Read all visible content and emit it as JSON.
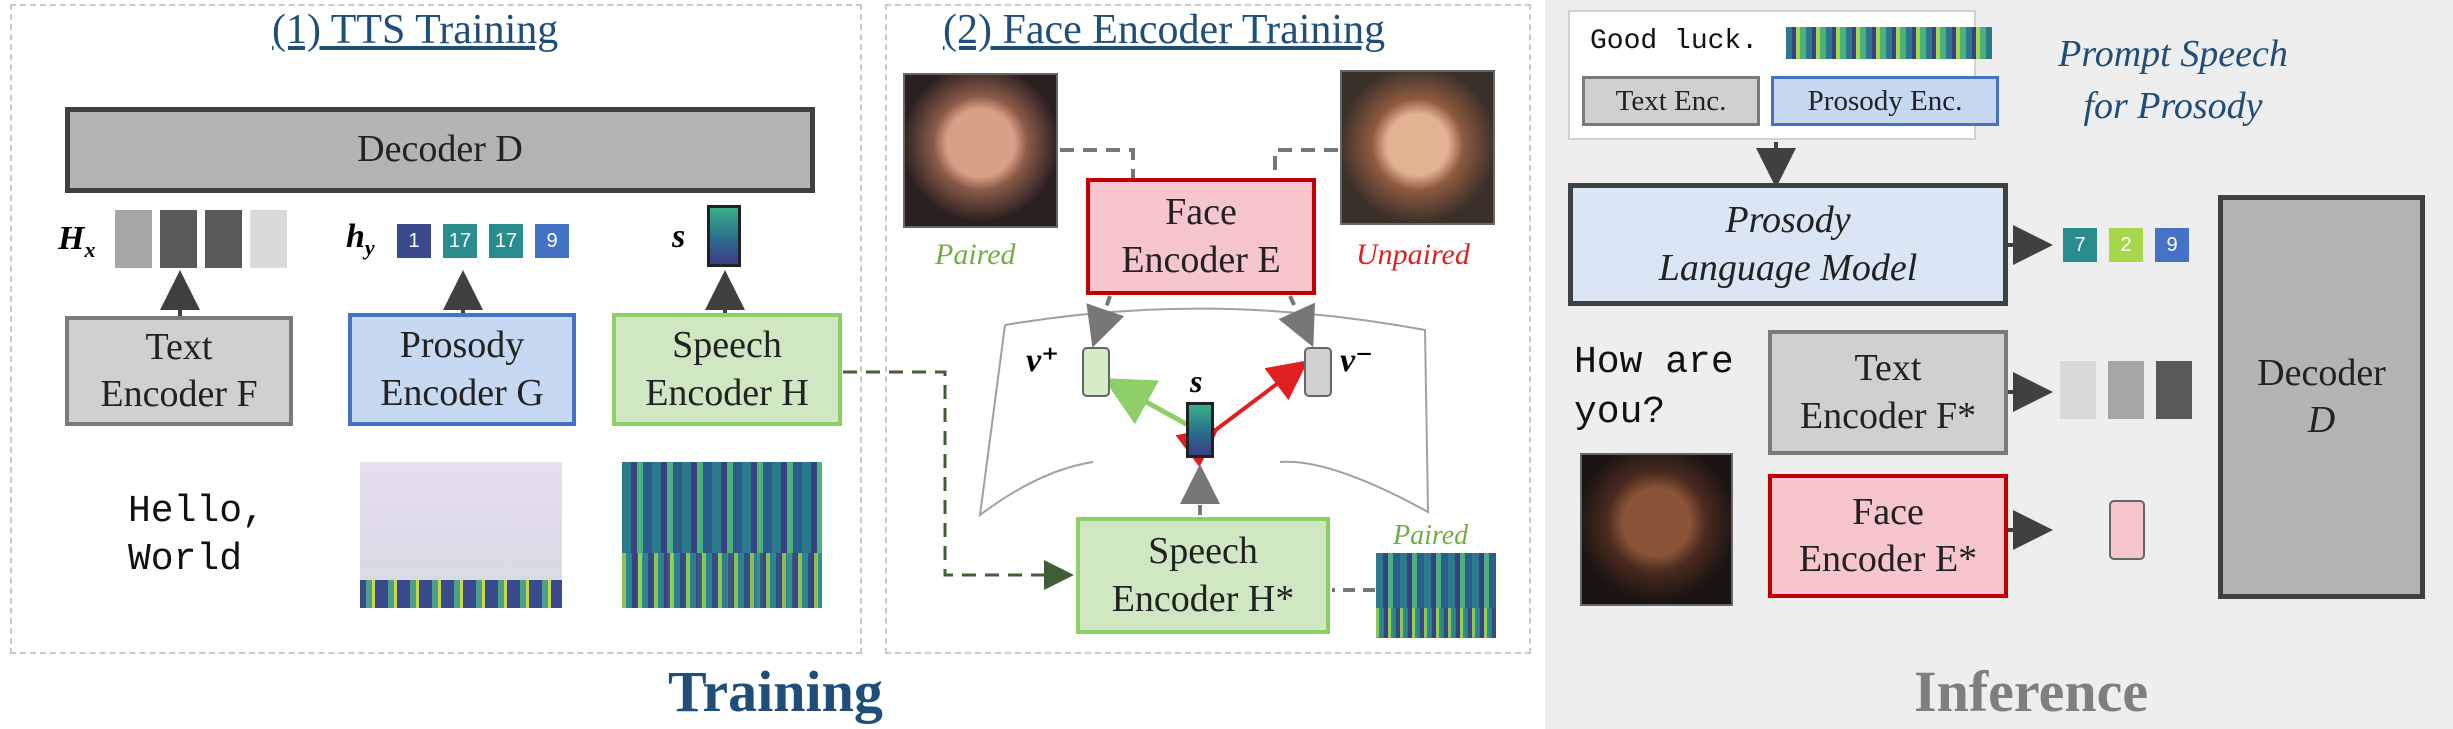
{
  "training": {
    "label": "Training",
    "tts": {
      "title": "(1) TTS Training",
      "decoder": "Decoder D",
      "text_encoder": [
        "Text",
        "Encoder F"
      ],
      "prosody_encoder": [
        "Prosody",
        "Encoder G"
      ],
      "speech_encoder": [
        "Speech",
        "Encoder H"
      ],
      "hx_label": "H",
      "hx_sub": "x",
      "hy_label": "h",
      "hy_sub": "y",
      "s_label": "s",
      "prosody_tokens": [
        "1",
        "17",
        "17",
        "9"
      ],
      "input_text": [
        "Hello,",
        "World"
      ]
    },
    "face": {
      "title": "(2) Face Encoder Training",
      "face_encoder": [
        "Face",
        "Encoder E"
      ],
      "speech_encoder": [
        "Speech",
        "Encoder H*"
      ],
      "paired_left": "Paired",
      "unpaired": "Unpaired",
      "paired_right": "Paired",
      "v_plus": "v⁺",
      "v_minus": "v⁻",
      "s_label": "s"
    }
  },
  "inference": {
    "label": "Inference",
    "prompt_text": "Good luck.",
    "prompt_caption": [
      "Prompt Speech",
      "for Prosody"
    ],
    "text_enc_small": "Text Enc.",
    "prosody_enc_small": "Prosody Enc.",
    "plm": [
      "Prosody",
      "Language Model"
    ],
    "plm_tokens": [
      "7",
      "2",
      "9"
    ],
    "question": [
      "How are",
      "you?"
    ],
    "text_encoder": [
      "Text",
      "Encoder F*"
    ],
    "face_encoder": [
      "Face",
      "Encoder E*"
    ],
    "decoder": [
      "Decoder",
      "D"
    ]
  },
  "colors": {
    "title_blue": "#1f4e79",
    "inference_gray": "#7f7f7f",
    "paired_green": "#70ad47",
    "unpaired_red": "#e02020"
  }
}
